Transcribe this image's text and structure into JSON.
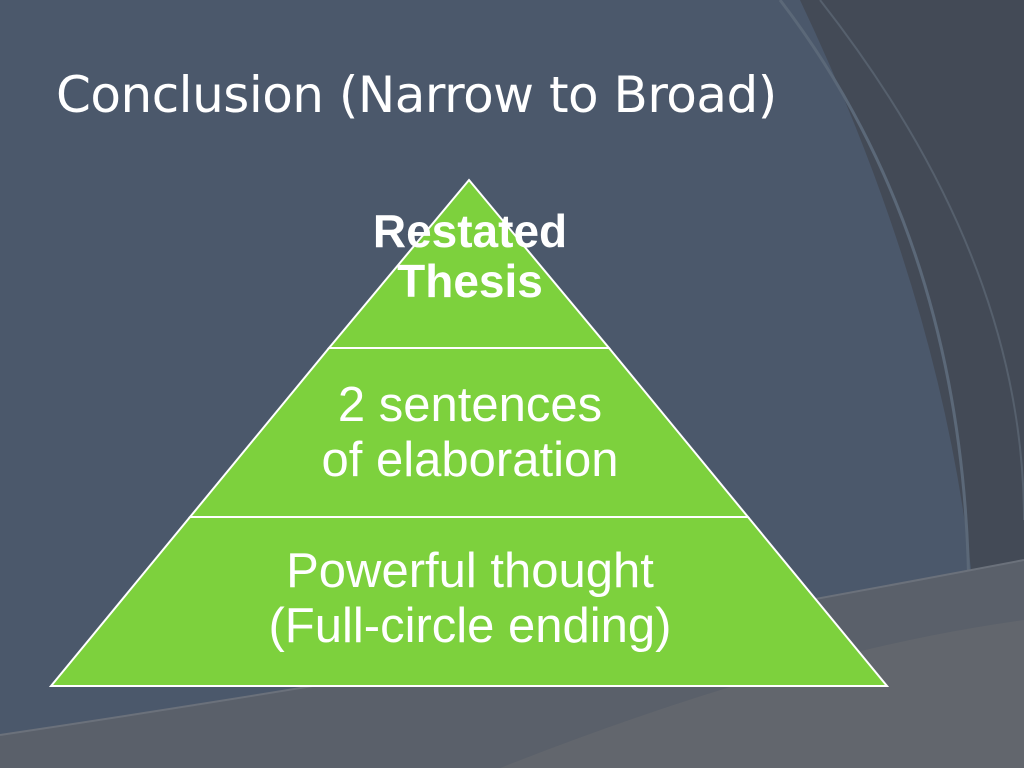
{
  "slide": {
    "title": "Conclusion (Narrow to Broad)"
  },
  "pyramid": {
    "top": {
      "line1": "Restated",
      "line2": "Thesis"
    },
    "middle": {
      "line1": "2 sentences",
      "line2": "of elaboration"
    },
    "bottom": {
      "line1": "Powerful thought",
      "line2": "(Full-circle ending)"
    }
  },
  "colors": {
    "background": "#4b586b",
    "pyramid_fill": "#7dd13d",
    "pyramid_stroke": "#ffffff",
    "text": "#ffffff"
  }
}
